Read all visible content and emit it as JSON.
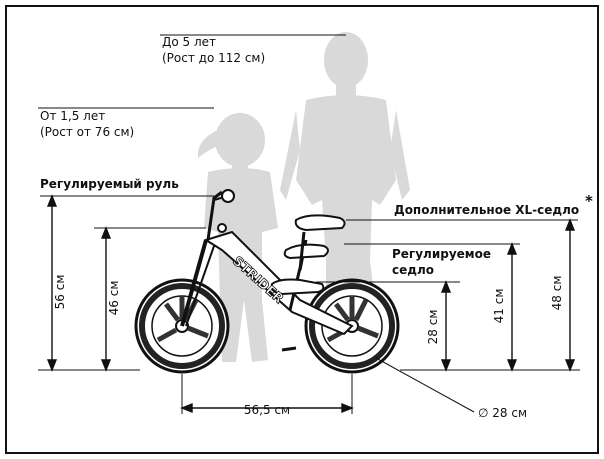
{
  "labels": {
    "older_age": "До 5 лет",
    "older_height": "(Рост до 112 см)",
    "younger_age": "От 1,5 лет",
    "younger_height": "(Рост от 76 см)",
    "adjustable_handlebar": "Регулируемый руль",
    "xl_seat": "Дополнительное XL-седло",
    "asterisk": "*",
    "adjustable_seat_line1": "Регулируемое",
    "adjustable_seat_line2": "седло"
  },
  "dimensions": {
    "handlebar_max": "56 см",
    "handlebar_min": "46 см",
    "seat_min": "28 см",
    "seat_max": "41 см",
    "xl_seat_max": "48 см",
    "wheelbase": "56,5 см",
    "wheel_diameter": "∅ 28 см"
  },
  "logo": {
    "brand": "STRIDER"
  },
  "colors": {
    "silhouette": "#d9d9d9",
    "line": "#111111",
    "background": "#ffffff"
  }
}
